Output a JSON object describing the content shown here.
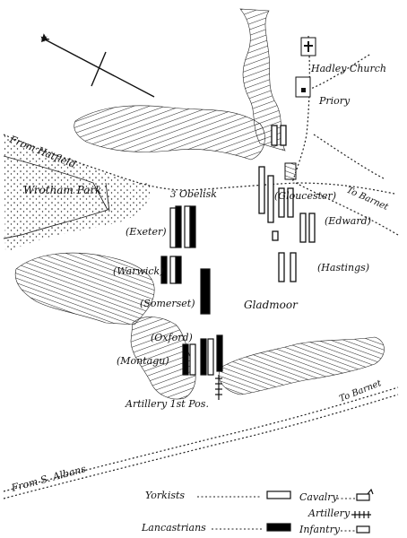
{
  "labels": {
    "hadley_church": "Hadley Church",
    "priory": "Priory",
    "from_hatfield": "From Hatfield",
    "wrotham_park": "Wrotham Park",
    "obelisk": "Obelisk",
    "gloucester": "(Gloucester)",
    "to_barnet_upper": "To Barnet",
    "exeter": "(Exeter)",
    "edward": "(Edward)",
    "warwick": "(Warwick)",
    "hastings": "(Hastings)",
    "somerset": "(Somerset)",
    "gladmoor": "Gladmoor",
    "oxford": "(Oxford)",
    "montagu": "(Montagu)",
    "artillery_pos": "Artillery 1st Pos.",
    "to_barnet_lower": "To Barnet",
    "from_st_albans": "From S. Albans",
    "obelisk_mark": "3"
  },
  "legend": {
    "yorkists": "Yorkists",
    "lancastrians": "Lancastrians",
    "cavalry": "Cavalry",
    "artillery": "Artillery",
    "infantry": "Infantry"
  },
  "symbols": {
    "yorkist_fill": "#ffffff",
    "lancastrian_fill": "#000000",
    "church_icon": "church-cross-icon",
    "compass_icon": "north-arrow-icon"
  }
}
